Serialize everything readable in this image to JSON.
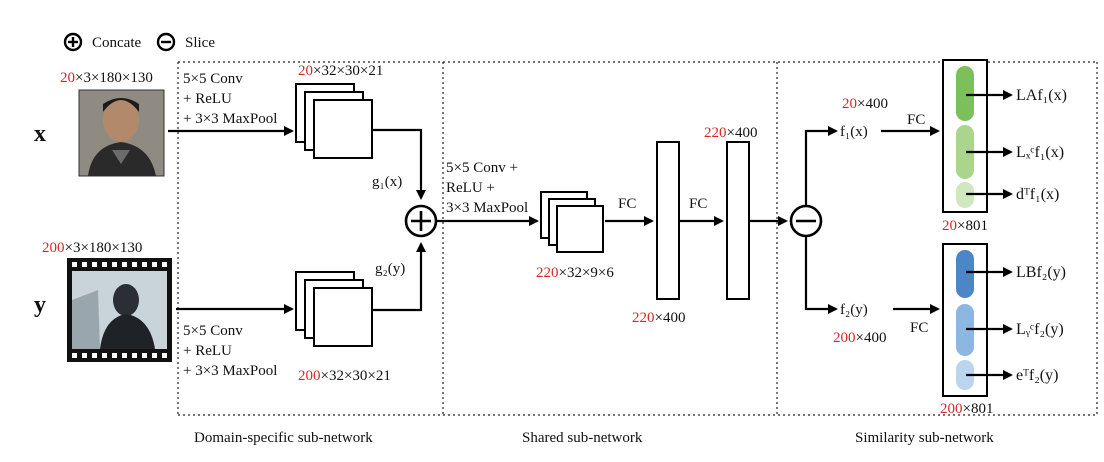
{
  "legend": {
    "concat_label": "Concate",
    "slice_label": "Slice"
  },
  "inputs": {
    "x_label": "x",
    "y_label": "y",
    "x_dims_count": "20",
    "x_dims_rest": "×3×180×130",
    "y_dims_count": "200",
    "y_dims_rest": "×3×180×130"
  },
  "domain": {
    "x_layer": [
      "5×5 Conv",
      "+ ReLU",
      "+ 3×3 MaxPool"
    ],
    "y_layer": [
      "5×5 Conv",
      "+ ReLU",
      "+ 3×3 MaxPool"
    ],
    "x_feat_count": "20",
    "x_feat_rest": "×32×30×21",
    "y_feat_count": "200",
    "y_feat_rest": "×32×30×21",
    "gx": "g₁(x)",
    "gy": "g₂(y)"
  },
  "shared": {
    "layer": [
      "5×5 Conv +",
      "ReLU +",
      "3×3 MaxPool"
    ],
    "feat_count": "220",
    "feat_rest": "×32×9×6",
    "fc1": "FC",
    "fc2": "FC",
    "fc1_out_count": "220",
    "fc1_out_rest": "×400",
    "fc2_out_count": "220",
    "fc2_out_rest": "×400"
  },
  "similarity": {
    "f1_count": "20",
    "f1_rest": "×400",
    "f1": "f₁(x)",
    "f2": "f₂(y)",
    "f2_count": "200",
    "f2_rest": "×400",
    "fc_top": "FC",
    "fc_bottom": "FC",
    "top_out_count": "20",
    "top_out_rest": "×801",
    "bottom_out_count": "200",
    "bottom_out_rest": "×801",
    "top_outputs": [
      "LAf₁(x)",
      "Lₓᶜf₁(x)",
      "dᵀf₁(x)"
    ],
    "bottom_outputs": [
      "LBf₂(y)",
      "Lᵧᶜf₂(y)",
      "eᵀf₂(y)"
    ],
    "colors": {
      "top": [
        "#7dbf5a",
        "#a9d58c",
        "#cfe8bd"
      ],
      "bottom": [
        "#4c86c6",
        "#8db6e0",
        "#bcd4ee"
      ]
    }
  },
  "sections": {
    "domain": "Domain-specific sub-network",
    "shared": "Shared sub-network",
    "similarity": "Similarity sub-network"
  }
}
